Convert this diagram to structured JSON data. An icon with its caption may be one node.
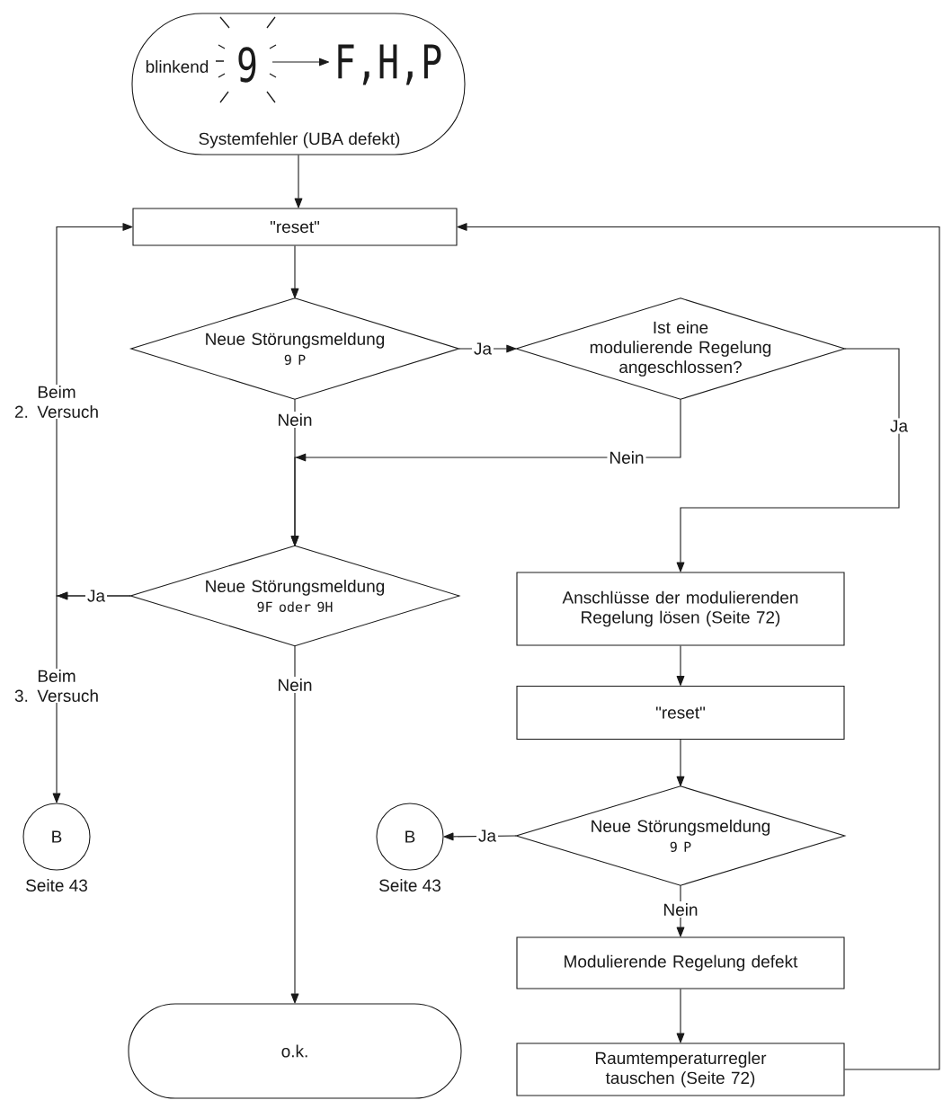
{
  "diagram": {
    "nodes": [
      {
        "text": [
          "blinkend",
          "9",
          "F,H,P",
          "Systemfehler (UBA defekt)"
        ]
      },
      {
        "text": [
          "\"reset\""
        ]
      },
      {
        "text": [
          "Neue Störungsmeldung",
          "9 P"
        ]
      },
      {
        "text": [
          "Ist eine modulierende Regelung angeschlossen?"
        ]
      },
      {
        "text": [
          "Neue Störungsmeldung",
          "9F oder 9H"
        ]
      },
      {
        "text": [
          "Anschlüsse der modulierenden Regelung lösen (Seite 72)"
        ]
      },
      {
        "text": [
          "\"reset\""
        ]
      },
      {
        "text": [
          "B"
        ],
        "beside": [
          "Seite 43"
        ]
      },
      {
        "text": [
          "B"
        ],
        "beside": [
          "Seite 43"
        ]
      },
      {
        "text": [
          "Neue Störungsmeldung",
          "9 P"
        ]
      },
      {
        "text": [
          "Modulierende Regelung defekt"
        ]
      },
      {
        "text": [
          "o.k."
        ]
      },
      {
        "text": [
          "Raumtemperaturregler tauschen (Seite 72)"
        ]
      }
    ],
    "edges": [
      {
        "from": 0,
        "to": 1,
        "arrow": "to"
      },
      {
        "from": 1,
        "to": 2,
        "arrow": "to"
      },
      {
        "from": 2,
        "to": 3,
        "arrow": "to",
        "label": "Ja"
      },
      {
        "from": 2,
        "to": 4,
        "arrow": "to",
        "label": "Nein"
      },
      {
        "from": 3,
        "to": 4,
        "arrow": "to",
        "label": "Nein"
      },
      {
        "from": 3,
        "to": 5,
        "arrow": "to",
        "label": "Ja"
      },
      {
        "from": 4,
        "to": 1,
        "arrow": "to",
        "label": "Beim 2. Versuch"
      },
      {
        "from": 4,
        "to": 7,
        "arrow": "to",
        "label": "Beim 3. Versuch"
      },
      {
        "from": 4,
        "to": 11,
        "arrow": "to",
        "label": "Nein"
      },
      {
        "from": 5,
        "to": 6,
        "arrow": "to"
      },
      {
        "from": 6,
        "to": 9,
        "arrow": "to"
      },
      {
        "from": 9,
        "to": 8,
        "arrow": "to",
        "label": "Ja"
      },
      {
        "from": 9,
        "to": 10,
        "arrow": "to",
        "label": "Nein"
      },
      {
        "from": 10,
        "to": 12,
        "arrow": "to"
      },
      {
        "from": 12,
        "to": 1,
        "arrow": "to"
      }
    ],
    "labels": [
      "Ja"
    ]
  }
}
